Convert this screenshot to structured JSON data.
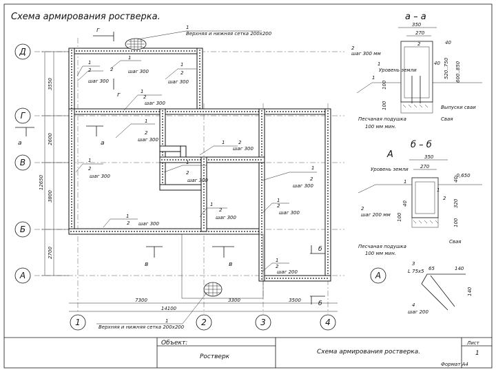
{
  "title_main": "Схема армирования ростверка.",
  "section_aa_title": "а – а",
  "section_bb_title": "б – б",
  "detail_a_title": "А",
  "axes_rows": [
    "Д",
    "Г",
    "В",
    "Б",
    "А"
  ],
  "axes_cols": [
    "1",
    "2",
    "3",
    "4"
  ],
  "mesh_label": "Верхняя и нижняя сетка 200х200",
  "mesh_label_bottom": "Верхняя и нижняя сетка 200х200",
  "num_1": "1",
  "num_2": "2",
  "num_3": "3",
  "num_4": "4",
  "step_300": "шаг 300",
  "step_200": "шаг 200",
  "step_300_mm": "шаг 300 мм",
  "step_200_mm": "шаг 200 мм",
  "sec_g": "г",
  "sec_a": "а",
  "sec_b": "б",
  "sec_v": "в",
  "dims_left": [
    "3550",
    "2600",
    "3800",
    "2700"
  ],
  "dim_total_left": "12650",
  "dims_bottom": [
    "7300",
    "3300",
    "3500"
  ],
  "dim_total_bottom": "14100",
  "aa_dims": {
    "w350": "350",
    "w270": "270",
    "h40": "40",
    "h40b": "40",
    "h100": "100",
    "h100b": "100",
    "h520": "520..750",
    "h600": "600..850"
  },
  "aa_labels": {
    "ground": "Уровень земли",
    "pile_out": "Выпуски сваи",
    "pile": "Свая",
    "sand": "Песчаная подушка",
    "sand_thk": "100 мм мин."
  },
  "bb_dims": {
    "w350": "350",
    "w270": "270",
    "h40": "40",
    "h40b": "40",
    "h320": "320",
    "h100": "100",
    "h100b": "100",
    "level": "-0,650"
  },
  "bb_labels": {
    "ground": "Уровень земли",
    "pile": "Свая",
    "sand": "Песчаная подушка",
    "sand_thk": "100 мм мин."
  },
  "detail": {
    "angle": "L 75х5",
    "d65": "65",
    "d140": "140",
    "d140b": "140"
  },
  "stamp": {
    "object_label": "Объект:",
    "object_value": "Ростверк",
    "sheet_title": "Схема армирования ростверка.",
    "sheet_label": "Лист",
    "sheet_num": "1",
    "format": "Формат А4"
  }
}
